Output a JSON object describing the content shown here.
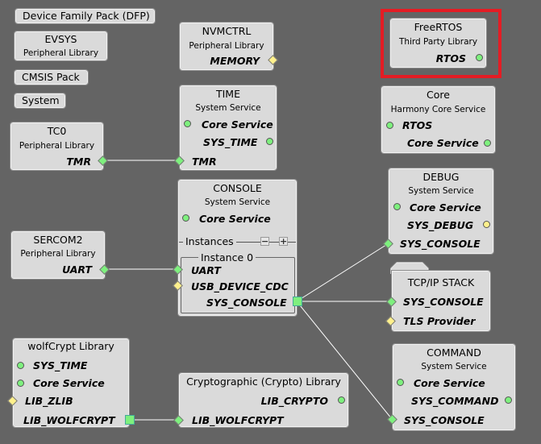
{
  "left_items": {
    "dfp": "Device Family Pack (DFP)",
    "evsys": {
      "title": "EVSYS",
      "subtitle": "Peripheral Library"
    },
    "cmsis": "CMSIS Pack",
    "system": "System"
  },
  "nvmctrl": {
    "title": "NVMCTRL",
    "subtitle": "Peripheral Library",
    "ports": [
      "MEMORY"
    ]
  },
  "time": {
    "title": "TIME",
    "subtitle": "System Service",
    "ports": [
      "Core Service",
      "SYS_TIME",
      "TMR"
    ]
  },
  "tc0": {
    "title": "TC0",
    "subtitle": "Peripheral Library",
    "ports": [
      "TMR"
    ]
  },
  "freertos": {
    "title": "FreeRTOS",
    "subtitle": "Third Party Library",
    "ports": [
      "RTOS"
    ]
  },
  "core": {
    "title": "Core",
    "subtitle": "Harmony Core Service",
    "ports": [
      "RTOS",
      "Core Service"
    ]
  },
  "console": {
    "title": "CONSOLE",
    "subtitle": "System Service",
    "ports": [
      "Core Service"
    ],
    "instances_label": "Instances",
    "minus": "−",
    "plus": "+",
    "instance_label": "Instance 0",
    "instance_ports": [
      "UART",
      "USB_DEVICE_CDC",
      "SYS_CONSOLE"
    ]
  },
  "sercom2": {
    "title": "SERCOM2",
    "subtitle": "Peripheral Library",
    "ports": [
      "UART"
    ]
  },
  "debug": {
    "title": "DEBUG",
    "subtitle": "System Service",
    "ports": [
      "Core Service",
      "SYS_DEBUG",
      "SYS_CONSOLE"
    ]
  },
  "tcpip": {
    "title": "TCP/IP STACK",
    "ports": [
      "SYS_CONSOLE",
      "TLS Provider"
    ]
  },
  "command": {
    "title": "COMMAND",
    "subtitle": "System Service",
    "ports": [
      "Core Service",
      "SYS_COMMAND",
      "SYS_CONSOLE"
    ]
  },
  "wolfcrypt": {
    "title": "wolfCrypt Library",
    "ports": [
      "SYS_TIME",
      "Core Service",
      "LIB_ZLIB",
      "LIB_WOLFCRYPT"
    ]
  },
  "crypto": {
    "title": "Cryptographic (Crypto) Library",
    "ports": [
      "LIB_CRYPTO",
      "LIB_WOLFCRYPT"
    ]
  },
  "colors": {
    "highlight": "#e41c24",
    "satisfied": "#7ef07e",
    "optional": "#fff08c",
    "canvas": "#646464"
  }
}
